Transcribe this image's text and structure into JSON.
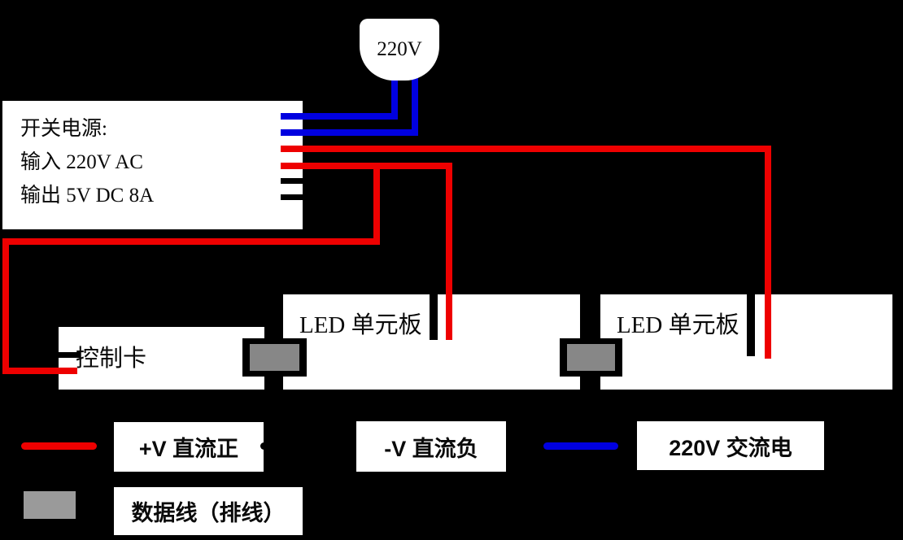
{
  "title": "LED display power wiring diagram",
  "colors": {
    "background": "#000000",
    "wire_red": "#ee0000",
    "wire_blue": "#0000e0",
    "wire_black": "#000000",
    "connector_gray": "#878787",
    "legend_gray": "#9a9a9a",
    "box_white": "#ffffff"
  },
  "plug": {
    "label": "220V"
  },
  "power_supply": {
    "lines": [
      "开关电源:",
      "输入 220V AC",
      "输出 5V DC 8A"
    ]
  },
  "control_card": {
    "label": "控制卡"
  },
  "led_boards": [
    {
      "label": "LED 单元板"
    },
    {
      "label": "LED 单元板"
    }
  ],
  "legend": {
    "items": [
      {
        "swatch": "red-line",
        "label": "+V 直流正"
      },
      {
        "swatch": "black-line",
        "label": "-V 直流负"
      },
      {
        "swatch": "blue-line",
        "label": "220V 交流电"
      },
      {
        "swatch": "gray-box",
        "label": "数据线（排线）"
      }
    ]
  }
}
